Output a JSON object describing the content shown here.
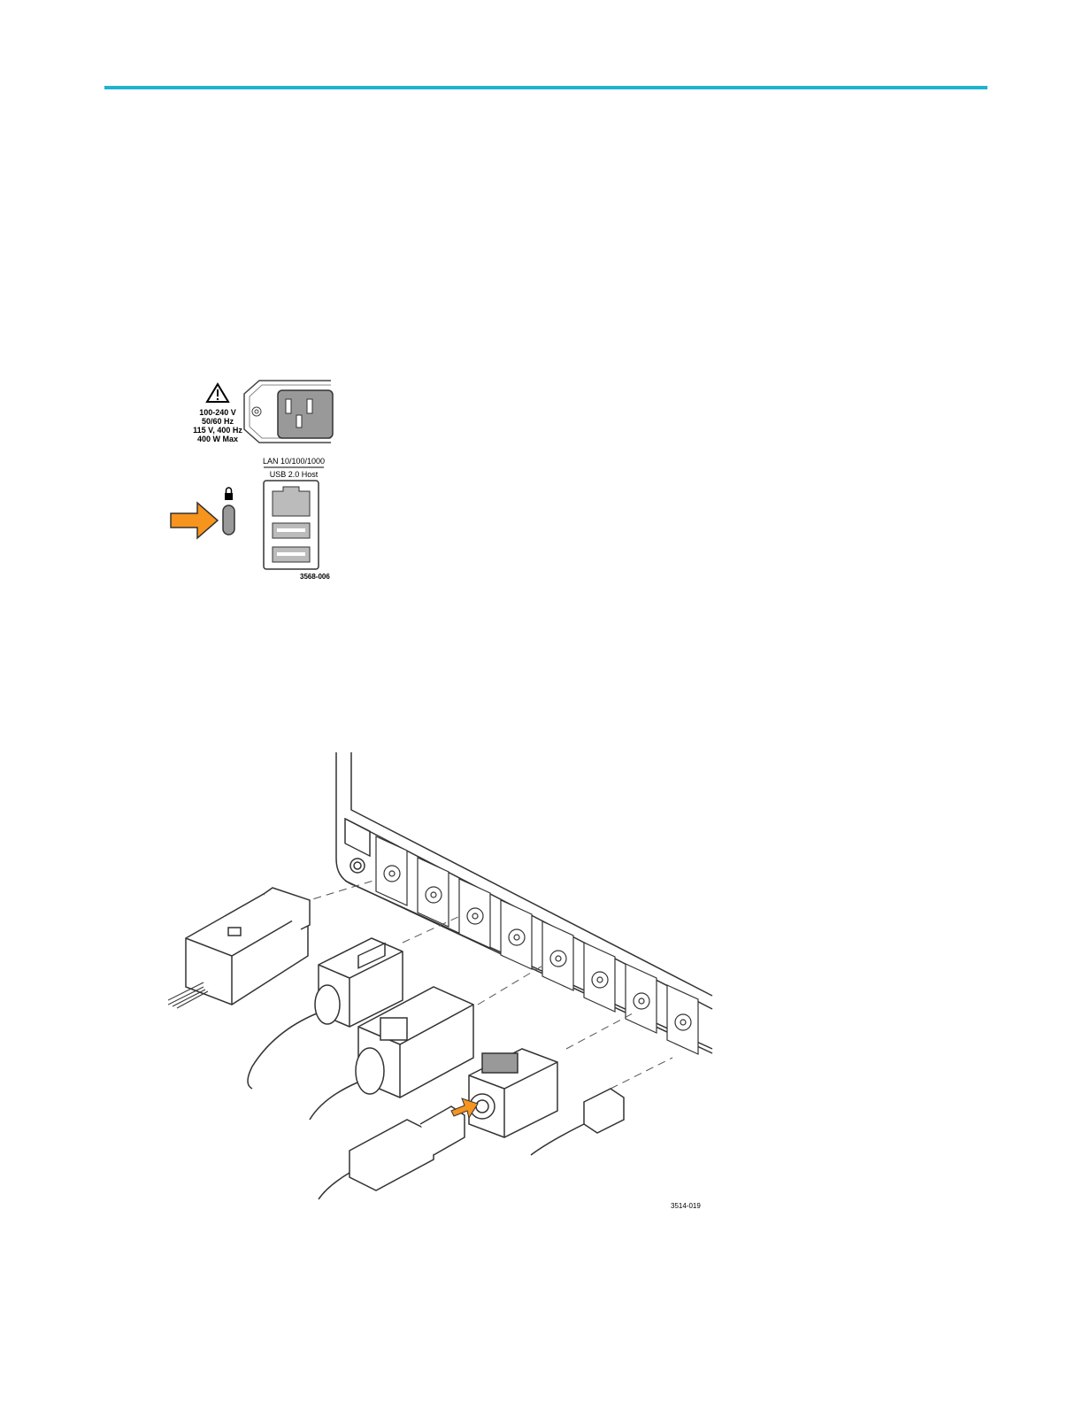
{
  "header": {
    "rule_color": "#1fb3cf"
  },
  "figure_rear_panel": {
    "voltage_lines": [
      "100-240 V",
      "50/60 Hz",
      "115 V, 400 Hz",
      "400 W Max"
    ],
    "lan_label": "LAN 10/100/1000",
    "usb_label": "USB 2.0 Host",
    "figure_id": "3568-006",
    "arrow_color": "#f7941d",
    "icons": [
      "warning-triangle-icon",
      "ground-symbol-icon",
      "padlock-icon",
      "arrow-right-icon"
    ]
  },
  "figure_probe_connect": {
    "figure_id": "3514-019",
    "arrow_color": "#f7941d",
    "icons": [
      "power-button-icon",
      "arrow-right-icon"
    ]
  }
}
